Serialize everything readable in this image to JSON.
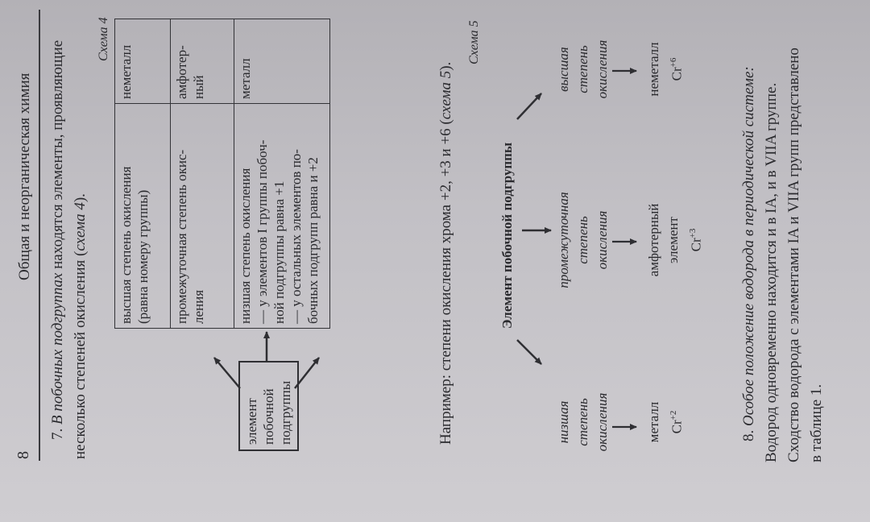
{
  "header": {
    "page_number": "8",
    "running_title": "Общая и неорганическая химия"
  },
  "item7": {
    "number": "7.",
    "lead_italic": "В побочных подгруппах",
    "rest_line1": " находятся элементы, проявляющие",
    "line2": "несколько степеней окисления (",
    "scheme_ref": "схема 4",
    "line2_end": ")."
  },
  "scheme4": {
    "caption": "Схема 4",
    "source_box": [
      "элемент",
      "побочной",
      "подгруппы"
    ],
    "rows": [
      {
        "description": [
          "высшая степень окисления",
          "(равна номеру группы)"
        ],
        "type": [
          "неметалл"
        ]
      },
      {
        "description": [
          "промежуточная степень окис-",
          "ления"
        ],
        "type": [
          "амфотер-",
          "ный"
        ]
      },
      {
        "description": [
          "низшая степень окисления",
          "— у элементов I группы побоч-",
          "ной подгруппы равна +1",
          "— у остальных элементов по-",
          "бочных подгрупп равна и +2"
        ],
        "type": [
          "металл"
        ]
      }
    ]
  },
  "example": {
    "text": "Например: степени окисления хрома +2, +3 и +6 (",
    "scheme_ref": "схема 5",
    "end": ")."
  },
  "scheme5": {
    "caption": "Схема 5",
    "center": "Элемент побочной подгруппы",
    "branches": [
      {
        "state": [
          "низшая",
          "степень",
          "окисления"
        ],
        "type": "металл",
        "ion_base": "Cr",
        "ion_charge": "+2"
      },
      {
        "state": [
          "промежуточная",
          "степень",
          "окисления"
        ],
        "type": "амфотерный",
        "type2": "элемент",
        "ion_base": "Cr",
        "ion_charge": "+3"
      },
      {
        "state": [
          "высшая",
          "степень",
          "окисления"
        ],
        "type": "неметалл",
        "ion_base": "Cr",
        "ion_charge": "+6"
      }
    ]
  },
  "item8": {
    "number": "8.",
    "heading_italic": "Особое положение водорода в периодической системе:",
    "line2": "Водород одновременно находится и в IA, и в VIIA группе.",
    "line3": "Сходство водорода с элементами IA и VIIA групп представлено",
    "line4": "в таблице 1."
  }
}
